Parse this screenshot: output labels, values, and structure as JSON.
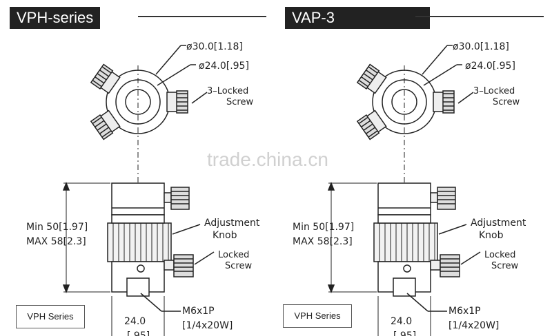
{
  "left": {
    "title": "VPH-series",
    "dia_outer": "ø30.0[1.18]",
    "dia_inner": "ø24.0[.95]",
    "locked_screw_top_1": "3–Locked",
    "locked_screw_top_2": "Screw",
    "min_label": "Min 50[1.97]",
    "max_label": "MAX 58[2.3]",
    "adjust_1": "Adjustment",
    "adjust_2": "Knob",
    "locked_1": "Locked",
    "locked_2": "Screw",
    "thread_1": "M6x1P",
    "thread_2": "[1/4x20W]",
    "width_1": "24.0",
    "width_2": "[.95]",
    "series_box": "VPH Series"
  },
  "right": {
    "title": "VAP-3",
    "dia_outer": "ø30.0[1.18]",
    "dia_inner": "ø24.0[.95]",
    "locked_screw_top_1": "3–Locked",
    "locked_screw_top_2": "Screw",
    "min_label": "Min 50[1.97]",
    "max_label": "MAX 58[2.3]",
    "adjust_1": "Adjustment",
    "adjust_2": "Knob",
    "locked_1": "Locked",
    "locked_2": "Screw",
    "thread_1": "M6x1P",
    "thread_2": "[1/4x20W]",
    "width_1": "24.0",
    "width_2": "[.95]",
    "series_box": "VPH Series"
  },
  "watermark": "trade.china.cn"
}
